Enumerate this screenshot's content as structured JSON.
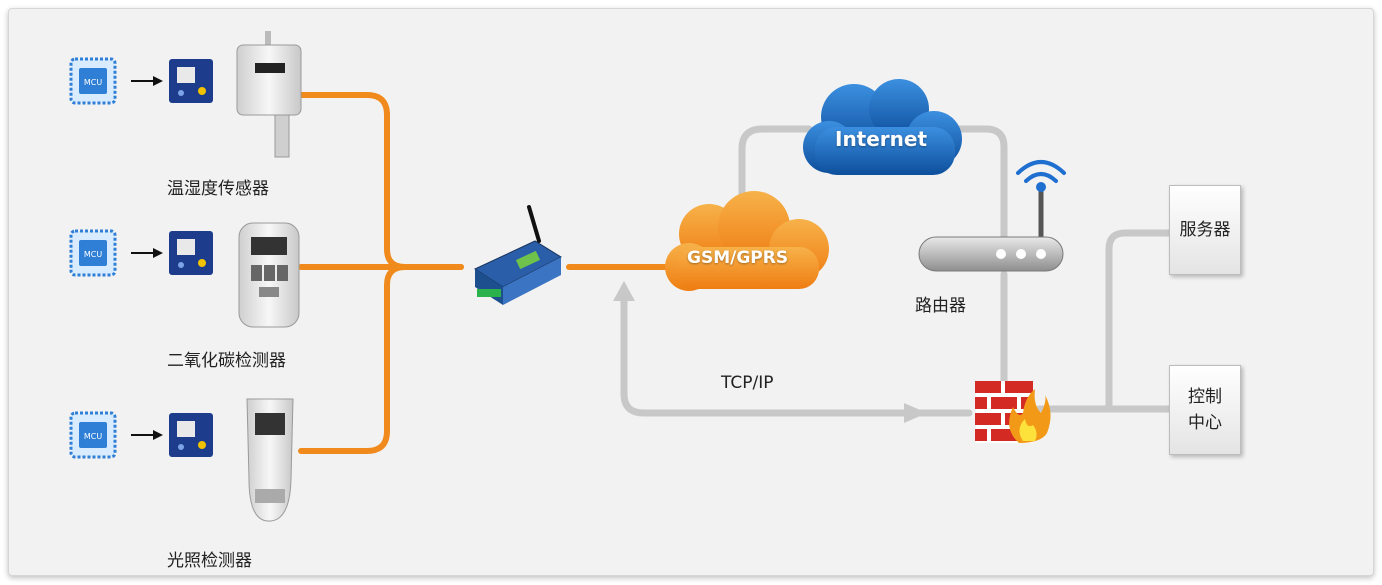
{
  "sensors": [
    {
      "label": "温湿度传感器"
    },
    {
      "label": "二氧化碳检测器"
    },
    {
      "label": "光照检测器"
    }
  ],
  "mcu_chip_text": "MCU",
  "clouds": {
    "gsm": "GSM/GPRS",
    "internet": "Internet"
  },
  "router_label": "路由器",
  "tcp_label": "TCP/IP",
  "server_label": "服务器",
  "control_center": {
    "line1": "控制",
    "line2": "中心"
  },
  "colors": {
    "orange_line": "#f08a1c",
    "gray_line": "#c7c7c7",
    "cloud_blue": "#1a66b8",
    "cloud_orange": "#f39a2a",
    "firewall_red": "#d42a24",
    "chip_blue": "#2f7fd6"
  }
}
